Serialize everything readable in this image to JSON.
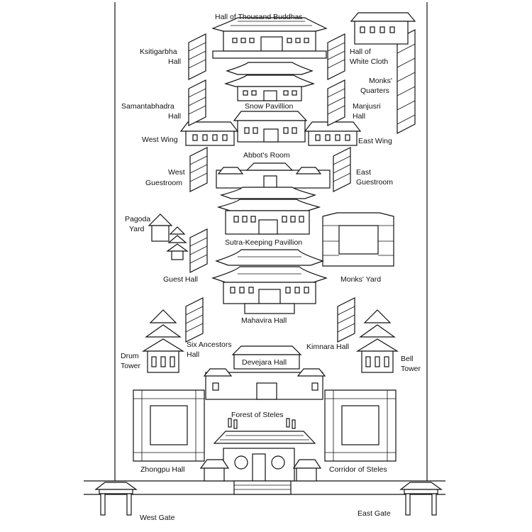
{
  "labels": {
    "hall_thousand_buddhas": "Hall of Thousand Buddhas",
    "ksitigarbha_1": "Ksitigarbha",
    "ksitigarbha_2": "Hall",
    "white_cloth_1": "Hall of",
    "white_cloth_2": "White Cloth",
    "monks_quarters_1": "Monks'",
    "monks_quarters_2": "Quarters",
    "samantabhadra_1": "Samantabhadra",
    "samantabhadra_2": "Hall",
    "manjusri_1": "Manjusri",
    "manjusri_2": "Hall",
    "snow_pavillion": "Snow Pavillion",
    "west_wing": "West Wing",
    "east_wing": "East Wing",
    "abbots_room": "Abbot's Room",
    "west_guestroom_1": "West",
    "west_guestroom_2": "Guestroom",
    "east_guestroom_1": "East",
    "east_guestroom_2": "Guestroom",
    "pagoda_yard_1": "Pagoda",
    "pagoda_yard_2": "Yard",
    "sutra_keeping": "Sutra-Keeping Pavillion",
    "guest_hall": "Guest Hall",
    "monks_yard": "Monks' Yard",
    "mahavira_hall": "Mahavira Hall",
    "six_ancestors_1": "Six Ancestors",
    "six_ancestors_2": "Hall",
    "kimnara_hall": "Kimnara Hall",
    "drum_tower_1": "Drum",
    "drum_tower_2": "Tower",
    "bell_tower_1": "Bell",
    "bell_tower_2": "Tower",
    "devejara_hall": "Devejara Hall",
    "forest_of_steles": "Forest of Steles",
    "zhongpu_hall": "Zhongpu Hall",
    "corridor_of_steles": "Corridor of Steles",
    "west_gate": "West Gate",
    "east_gate": "East Gate"
  }
}
